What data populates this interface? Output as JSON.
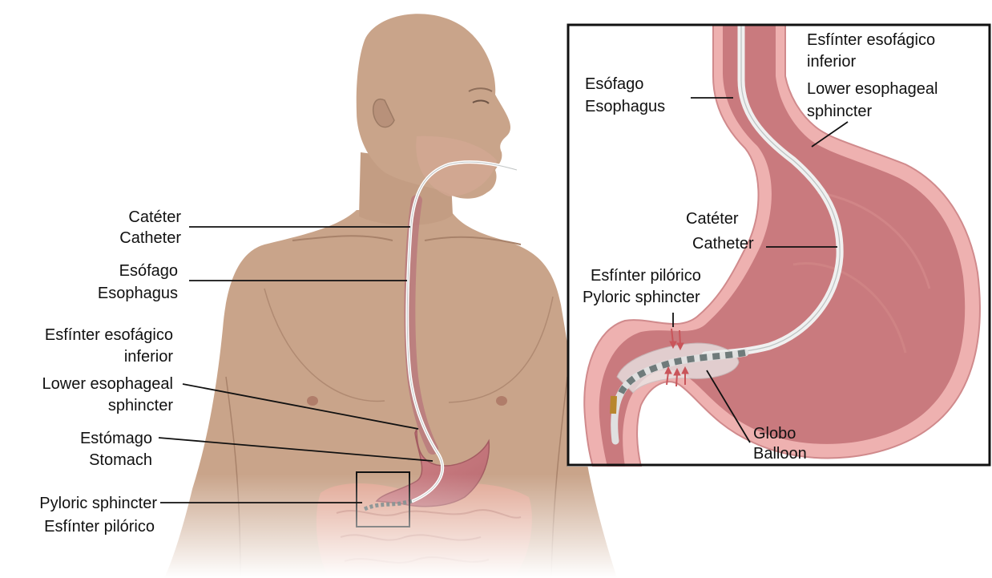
{
  "labels": {
    "left_catheter_es": "Catéter",
    "left_catheter_en": "Catheter",
    "left_esophagus_es": "Esófago",
    "left_esophagus_en": "Esophagus",
    "left_les_es_1": "Esfínter esofágico",
    "left_les_es_2": "inferior",
    "left_les_en_1": "Lower esophageal",
    "left_les_en_2": "sphincter",
    "left_stomach_es": "Estómago",
    "left_stomach_en": "Stomach",
    "left_pyloric_en": "Pyloric sphincter",
    "left_pyloric_es": "Esfínter pilórico",
    "inset_esophagus_es": "Esófago",
    "inset_esophagus_en": "Esophagus",
    "inset_les_es_1": "Esfínter esofágico",
    "inset_les_es_2": "inferior",
    "inset_les_en_1": "Lower esophageal",
    "inset_les_en_2": "sphincter",
    "inset_catheter_es": "Catéter",
    "inset_catheter_en": "Catheter",
    "inset_pyloric_es": "Esfínter pilórico",
    "inset_pyloric_en": "Pyloric sphincter",
    "inset_balloon_es": "Globo",
    "inset_balloon_en": "Balloon"
  },
  "colors": {
    "skin": "#c9a48a",
    "skin_shadow": "#b58f76",
    "stomach_wall": "#e8a3a3",
    "stomach_lumen": "#c97a7e",
    "catheter": "#e6e6e6",
    "balloon_band": "#6f7b7b",
    "tip": "#b8862e"
  }
}
